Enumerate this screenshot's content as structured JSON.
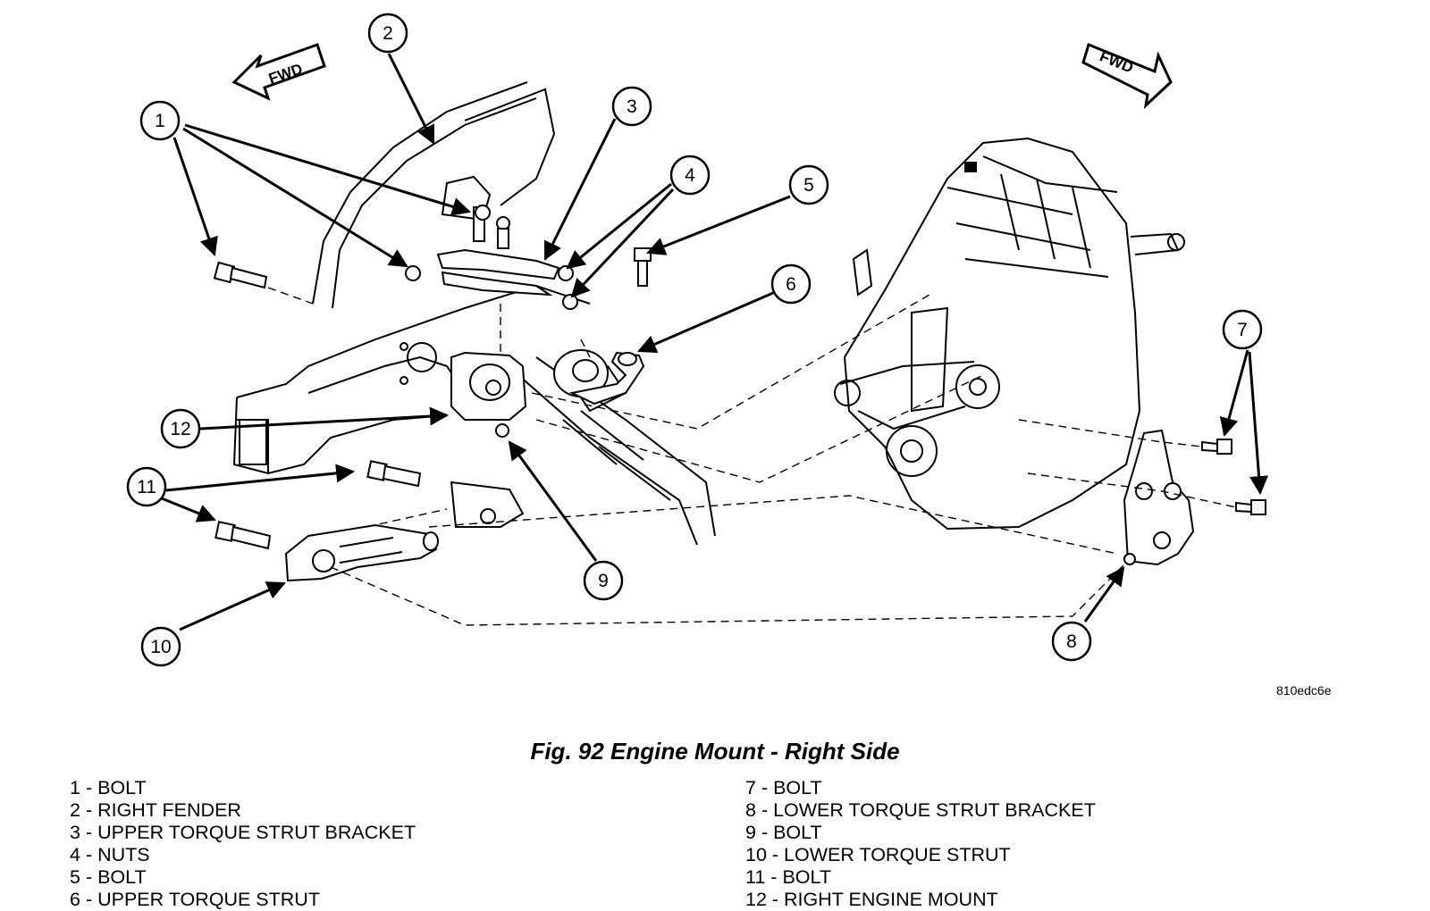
{
  "figure": {
    "id": "810edc6e",
    "title": "Fig. 92 Engine Mount - Right Side"
  },
  "fwd_label": "FWD",
  "callouts": [
    "1",
    "2",
    "3",
    "4",
    "5",
    "6",
    "7",
    "8",
    "9",
    "10",
    "11",
    "12"
  ],
  "legend": {
    "left": [
      {
        "num": "1",
        "label": "BOLT"
      },
      {
        "num": "2",
        "label": "RIGHT FENDER"
      },
      {
        "num": "3",
        "label": "UPPER TORQUE STRUT BRACKET"
      },
      {
        "num": "4",
        "label": "NUTS"
      },
      {
        "num": "5",
        "label": "BOLT"
      },
      {
        "num": "6",
        "label": "UPPER TORQUE STRUT"
      }
    ],
    "right": [
      {
        "num": "7",
        "label": "BOLT"
      },
      {
        "num": "8",
        "label": "LOWER TORQUE STRUT BRACKET"
      },
      {
        "num": "9",
        "label": "BOLT"
      },
      {
        "num": "10",
        "label": "LOWER TORQUE STRUT"
      },
      {
        "num": "11",
        "label": "BOLT"
      },
      {
        "num": "12",
        "label": "RIGHT ENGINE MOUNT"
      }
    ]
  }
}
